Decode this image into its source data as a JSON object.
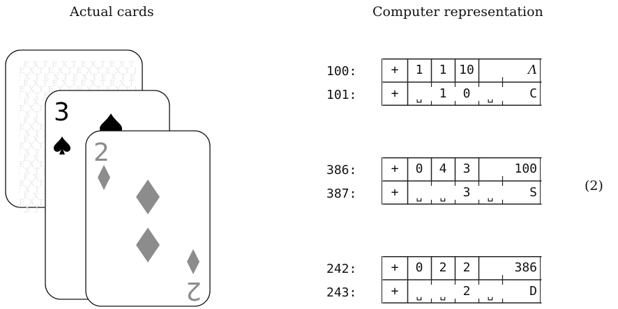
{
  "headings": {
    "left": "Actual cards",
    "right": "Computer representation"
  },
  "equation_number": "(2)",
  "cards": [
    {
      "position": "back",
      "face": "down",
      "pattern_text": "TEXTEXTEXTEXTEX"
    },
    {
      "position": "middle",
      "rank": "3",
      "suit": "spade",
      "color": "#000000"
    },
    {
      "position": "front",
      "rank": "2",
      "suit": "diamond",
      "color": "#8c8c8c"
    }
  ],
  "records": [
    {
      "rows": [
        {
          "address": "100:",
          "cells": [
            "+",
            "1",
            "1",
            "10",
            "",
            "Λ"
          ]
        },
        {
          "address": "101:",
          "cells": [
            "+",
            "␣",
            "1",
            "0",
            "␣",
            "C"
          ]
        }
      ]
    },
    {
      "rows": [
        {
          "address": "386:",
          "cells": [
            "+",
            "0",
            "4",
            "3",
            "",
            "100"
          ]
        },
        {
          "address": "387:",
          "cells": [
            "+",
            "␣",
            "␣",
            "3",
            "␣",
            "S"
          ]
        }
      ]
    },
    {
      "rows": [
        {
          "address": "242:",
          "cells": [
            "+",
            "0",
            "2",
            "2",
            "",
            "386"
          ]
        },
        {
          "address": "243:",
          "cells": [
            "+",
            "␣",
            "␣",
            "2",
            "␣",
            "D"
          ]
        }
      ]
    }
  ]
}
